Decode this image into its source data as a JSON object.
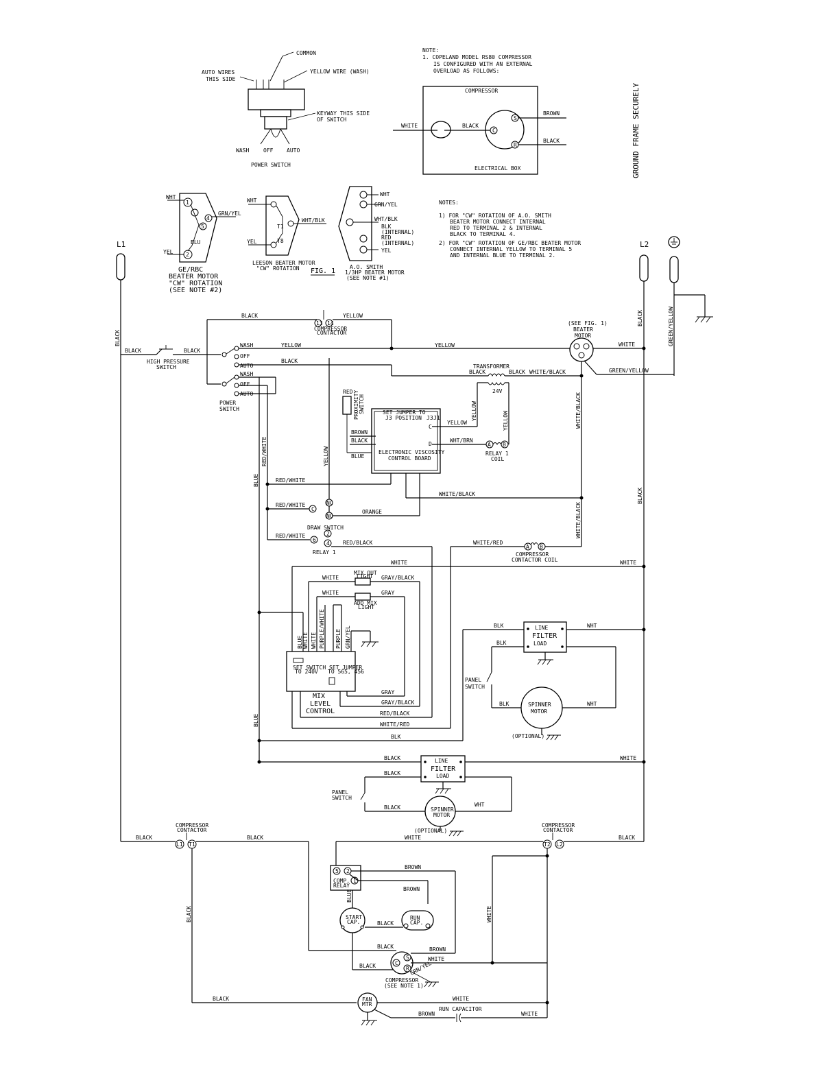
{
  "power_switch": {
    "common": "COMMON",
    "auto_wires": "AUTO WIRES",
    "this_side": "THIS SIDE",
    "yellow_wire": "YELLOW WIRE (WASH)",
    "keyway_1": "KEYWAY THIS SIDE",
    "keyway_2": "OF SWITCH",
    "wash": "WASH",
    "off": "OFF",
    "auto": "AUTO",
    "title": "POWER SWITCH"
  },
  "note1": {
    "head": "NOTE:",
    "line1": "1. COPELAND MODEL RS80 COMPRESSOR",
    "line2": "IS CONFIGURED WITH AN EXTERNAL",
    "line3": "OVERLOAD AS FOLLOWS:",
    "compressor": "COMPRESSOR",
    "white": "WHITE",
    "black": "BLACK",
    "c": "C",
    "s": "S",
    "r": "R",
    "brown": "BROWN",
    "black2": "BLACK",
    "elec_box": "ELECTRICAL BOX"
  },
  "ground_note": "GROUND FRAME SECURELY",
  "fig1": {
    "ge_wht": "WHT",
    "ge_yel": "YEL",
    "ge_grn": "GRN/YEL",
    "ge_blu": "BLU",
    "ge_t1": "1",
    "ge_t2": "2",
    "ge_t4": "4",
    "ge_t5": "5",
    "ge_title1": "GE/RBC",
    "ge_title2": "BEATER MOTOR",
    "ge_title3": "\"CW\" ROTATION",
    "ge_title4": "(SEE NOTE #2)",
    "lee_wht": "WHT",
    "lee_yel": "YEL",
    "lee_whtblk": "WHT/BLK",
    "lee_t1": "T1",
    "lee_t8": "T8",
    "lee_title1": "LEESON BEATER MOTOR",
    "lee_title2": "\"CW\" ROTATION",
    "fig_label": "FIG. 1",
    "ao_wht": "WHT",
    "ao_grn": "GRN/YEL",
    "ao_whtblk": "WHT/BLK",
    "ao_blk": "BLK",
    "ao_internal": "(INTERNAL)",
    "ao_red": "RED",
    "ao_internal2": "(INTERNAL)",
    "ao_yel": "YEL",
    "ao_title1": "A.O. SMITH",
    "ao_title2": "1/3HP BEATER MOTOR",
    "ao_title3": "(SEE NOTE #1)"
  },
  "notes2": {
    "head": "NOTES:",
    "n1a": "1) FOR \"CW\" ROTATION OF A.O. SMITH",
    "n1b": "BEATER MOTOR CONNECT INTERNAL",
    "n1c": "RED TO TERMINAL 2 & INTERNAL",
    "n1d": "BLACK TO TERMINAL 4.",
    "n2a": "2) FOR \"CW\" ROTATION OF GE/RBC BEATER MOTOR",
    "n2b": "CONNECT INTERNAL YELLOW TO TERMINAL 5",
    "n2c": "AND INTERNAL BLUE TO TERMINAL 2."
  },
  "main": {
    "l1": "L1",
    "l2": "L2",
    "black_l1": "BLACK",
    "black_a": "BLACK",
    "black_b": "BLACK",
    "high_pressure1": "HIGH PRESSURE",
    "high_pressure2": "SWITCH",
    "black_top": "BLACK",
    "yellow_top": "YELLOW",
    "cc_13": "13",
    "cc_14": "14",
    "compressor_contactor": "COMPRESSOR",
    "compressor_contactor2": "CONTACTOR",
    "sw_wash": "WASH",
    "sw_off": "OFF",
    "sw_auto": "AUTO",
    "sw_wash2": "WASH",
    "sw_off2": "OFF",
    "sw_auto2": "AUTO",
    "power_switch1": "POWER",
    "power_switch2": "SWITCH",
    "yellow_wash": "YELLOW",
    "yellow_right": "YELLOW",
    "black_auto": "BLACK",
    "see_fig": "(SEE FIG. 1)",
    "beater_motor1": "BEATER",
    "beater_motor2": "MOTOR",
    "white_beater": "WHITE",
    "transformer": "TRANSFORMER",
    "tr_black1": "BLACK",
    "tr_black2": "BLACK",
    "tr_whiteblack": "WHITE/BLACK",
    "tr_24v": "24V",
    "green_yellow": "GREEN/YELLOW",
    "green_yellow2": "GREEN/YELLOW",
    "black_l2": "BLACK",
    "black_l2b": "BLACK",
    "white_black_v": "WHITE/BLACK",
    "white_black_v2": "WHITE/BLACK",
    "prox_red": "RED",
    "prox_switch1": "PROXIMITY",
    "prox_switch2": "SWITCH",
    "jumper1": "SET JUMPER TO",
    "jumper2": "J3 POSITION",
    "j3": "J3",
    "j1": "J1",
    "brown": "BROWN",
    "black_board": "BLACK",
    "blue_board": "BLUE",
    "board1": "ELECTRONIC VISCOSITY",
    "board2": "CONTROL BOARD",
    "board_c": "C",
    "board_d": "D",
    "yellow_c": "YELLOW",
    "wht_brn": "WHT/BRN",
    "yellow_v": "YELLOW",
    "yellow_v2": "YELLOW",
    "relay_a": "A",
    "relay_b": "B",
    "relay1_coil1": "RELAY 1",
    "relay1_coil2": "COIL",
    "red_white_v": "RED/WHITE",
    "blue_v": "BLUE",
    "blue_v2": "BLUE",
    "red_white1": "RED/WHITE",
    "red_white2": "RED/WHITE",
    "red_white3": "RED/WHITE",
    "white_black_h": "WHITE/BLACK",
    "ds_nc": "NC",
    "ds_c": "C",
    "ds_no": "NO",
    "orange": "ORANGE",
    "draw_switch": "DRAW SWITCH",
    "relay1_6": "6",
    "relay1_2": "2",
    "relay1_4": "4",
    "red_black": "RED/BLACK",
    "relay1": "RELAY 1",
    "white_red": "WHITE/RED",
    "cc_a": "A",
    "cc_b": "B",
    "cc_coil1": "COMPRESSOR",
    "cc_coil2": "CONTACTOR COIL",
    "white_long": "WHITE",
    "white_right1": "WHITE",
    "white_mix": "WHITE",
    "white_mix2": "WHITE",
    "mix_out1": "MIX OUT",
    "mix_out2": "LIGHT",
    "add_mix1": "ADD MIX",
    "add_mix2": "LIGHT",
    "gray_black_top": "GRAY/BLACK",
    "gray_top": "GRAY",
    "mlc_blue": "BLUE",
    "mlc_white": "WHITE",
    "mlc_white2": "WHITE",
    "mlc_purplewhite": "PURPLE/WHITE",
    "mlc_purple": "PURPLE",
    "mlc_grnyel": "GRN/YEL",
    "mlc_set_switch1": "SET SWITCH",
    "mlc_set_switch2": "TO 240V",
    "mlc_set_jumper1": "SET JUMPER",
    "mlc_set_jumper2": "TO 565, 456",
    "mix1": "MIX",
    "mix2": "LEVEL",
    "mix3": "CONTROL",
    "gray_b": "GRAY",
    "gray_black_b": "GRAY/BLACK",
    "red_black_b": "RED/BLACK",
    "white_red_b": "WHITE/RED",
    "blk_long": "BLK",
    "blk1": "BLK",
    "blk2": "BLK",
    "blk3": "BLK",
    "wht1": "WHT",
    "wht2": "WHT",
    "line_filter1": "LINE",
    "line_filter2": "FILTER",
    "line_filter3": "LOAD",
    "panel_switch1": "PANEL",
    "panel_switch2": "SWITCH",
    "spinner1": "SPINNER",
    "spinner2": "MOTOR",
    "optional": "(OPTIONAL)",
    "black_lf2": "BLACK",
    "black_lf2b": "BLACK",
    "black_lf2c": "BLACK",
    "white_lf2": "WHITE",
    "lf2_1": "LINE",
    "lf2_2": "FILTER",
    "lf2_3": "LOAD",
    "ps2_1": "PANEL",
    "ps2_2": "SWITCH",
    "sp2_1": "SPINNER",
    "sp2_2": "MOTOR",
    "sp2_wht": "WHT",
    "optional2": "(OPTIONAL)"
  },
  "lower": {
    "cc_left1": "COMPRESSOR",
    "cc_left2": "CONTACTOR",
    "cc_right1": "COMPRESSOR",
    "cc_right2": "CONTACTOR",
    "l1": "L1",
    "t1": "T1",
    "t2": "T2",
    "l2": "L2",
    "black_l1": "BLACK",
    "black_t1": "BLACK",
    "white_t2": "WHITE",
    "black_l2": "BLACK",
    "black_v": "BLACK",
    "white_v": "WHITE",
    "relay_5": "5",
    "relay_2": "2",
    "relay_1": "1",
    "comp_relay1": "COMP.",
    "comp_relay2": "RELAY",
    "brown1": "BROWN",
    "brown2": "BROWN",
    "brown3": "BROWN",
    "blue": "BLUE",
    "start_cap1": "START",
    "start_cap2": "CAP.",
    "run_cap1": "RUN",
    "run_cap2": "CAP.",
    "black1": "BLACK",
    "black2": "BLACK",
    "black3": "BLACK",
    "comp_c": "C",
    "comp_s": "S",
    "comp_r": "R",
    "white_comp": "WHITE",
    "grn_yel": "GRN/YEL",
    "compressor1": "COMPRESSOR",
    "compressor2": "(SEE NOTE 1)",
    "black_fan": "BLACK",
    "white_fan": "WHITE",
    "fan1": "FAN",
    "fan2": "MTR",
    "run_capacitor": "RUN CAPACITOR",
    "brown_fan": "BROWN",
    "white_fan2": "WHITE"
  }
}
